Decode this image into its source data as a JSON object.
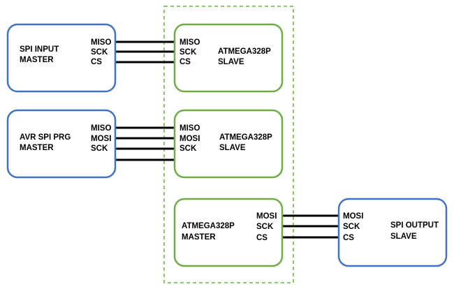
{
  "colors": {
    "master_border": "#4472c4",
    "slave_border": "#70ad47",
    "dashed_region": "#70ad47",
    "wire": "#000000"
  },
  "blocks": {
    "spi_input_master": {
      "title_line1": "SPI INPUT",
      "title_line2": "MASTER",
      "pins": [
        "MISO",
        "SCK",
        "CS"
      ]
    },
    "slave_1": {
      "pins": [
        "MISO",
        "SCK",
        "CS"
      ],
      "title_line1": "ATMEGA328P",
      "title_line2": "SLAVE"
    },
    "avr_spi_prg_master": {
      "title_line1": "AVR SPI PRG",
      "title_line2": "MASTER",
      "pins": [
        "MISO",
        "MOSI",
        "SCK"
      ]
    },
    "slave_2": {
      "pins": [
        "MISO",
        "MOSI",
        "SCK"
      ],
      "title_line1": "ATMEGA328P",
      "title_line2": "SLAVE"
    },
    "atmega_master": {
      "title_line1": "ATMEGA328P",
      "title_line2": "MASTER",
      "pins": [
        "MOSI",
        "SCK",
        "CS"
      ]
    },
    "spi_output_slave": {
      "pins": [
        "MOSI",
        "SCK",
        "CS"
      ],
      "title_line1": "SPI OUTPUT",
      "title_line2": "SLAVE"
    }
  }
}
